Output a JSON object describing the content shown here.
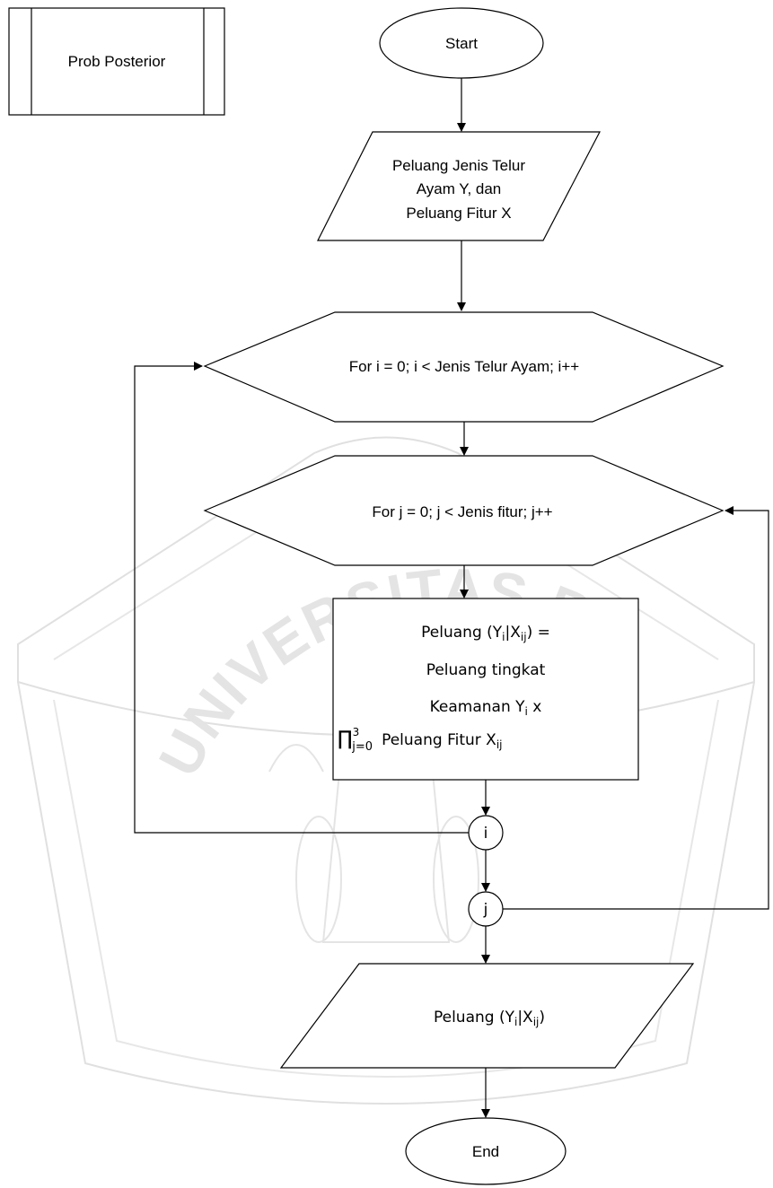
{
  "subprocess": {
    "label": "Prob Posterior"
  },
  "start": {
    "label": "Start"
  },
  "input": {
    "lines": [
      "Peluang Jenis Telur",
      "Ayam Y, dan",
      "Peluang Fitur X"
    ]
  },
  "loop_i": {
    "label": "For i = 0; i < Jenis Telur Ayam; i++"
  },
  "loop_j": {
    "label": "For j = 0; j < Jenis fitur; j++"
  },
  "process": {
    "line1": {
      "pre": "Peluang (Y",
      "sub1": "i",
      "mid": "|X",
      "sub2": "ij",
      "post": ") ="
    },
    "line2": "Peluang tingkat",
    "line3": {
      "pre": "Keamanan Y",
      "sub": "i",
      "post": " x"
    },
    "line4": {
      "prod": "∏",
      "sup": "3",
      "sub": "j=0",
      "text": "Peluang Fitur X",
      "sub2": "ij"
    }
  },
  "connector_i": {
    "label": "i"
  },
  "connector_j": {
    "label": "j"
  },
  "output": {
    "pre": "Peluang (Y",
    "sub1": "i",
    "mid": "|X",
    "sub2": "ij",
    "post": ")"
  },
  "end": {
    "label": "End"
  },
  "watermark": {
    "text": "UNIVERSITAS BRAWIJAYA"
  }
}
